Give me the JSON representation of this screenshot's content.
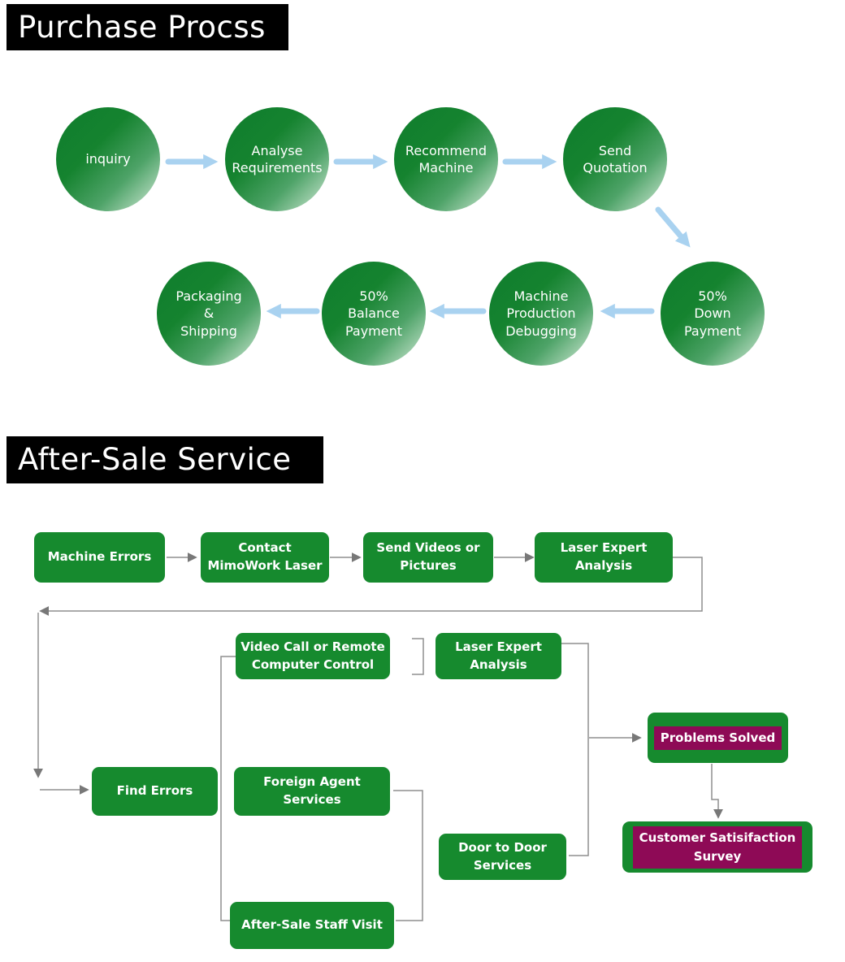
{
  "colors": {
    "box_green": "#168A2E",
    "highlight_magenta": "#8E0A56",
    "arrow_blue": "#A9D2F0",
    "line_gray": "#8F8F8F",
    "title_bg": "#000000",
    "title_text": "#FFFFFF"
  },
  "purchase": {
    "title": "Purchase Procss",
    "steps": [
      {
        "label": "inquiry"
      },
      {
        "label": "Analyse\nRequirements"
      },
      {
        "label": "Recommend\nMachine"
      },
      {
        "label": "Send\nQuotation"
      },
      {
        "label": "50%\nDown\nPayment"
      },
      {
        "label": "Machine\nProduction\nDebugging"
      },
      {
        "label": "50%\nBalance\nPayment"
      },
      {
        "label": "Packaging\n&\nShipping"
      }
    ]
  },
  "aftersale": {
    "title": "After-Sale Service",
    "machine_errors": "Machine Errors",
    "contact": "Contact\nMimoWork Laser",
    "send_videos": "Send Videos or\nPictures",
    "laser_expert_1": "Laser Expert\nAnalysis",
    "video_call": "Video Call or Remote\nComputer Control",
    "laser_expert_2": "Laser Expert\nAnalysis",
    "find_errors": "Find Errors",
    "foreign_agent": "Foreign Agent Services",
    "door_to_door": "Door to Door\nServices",
    "staff_visit": "After-Sale Staff Visit",
    "problems_solved": "Problems Solved",
    "survey": "Customer Satisifaction\nSurvey"
  }
}
